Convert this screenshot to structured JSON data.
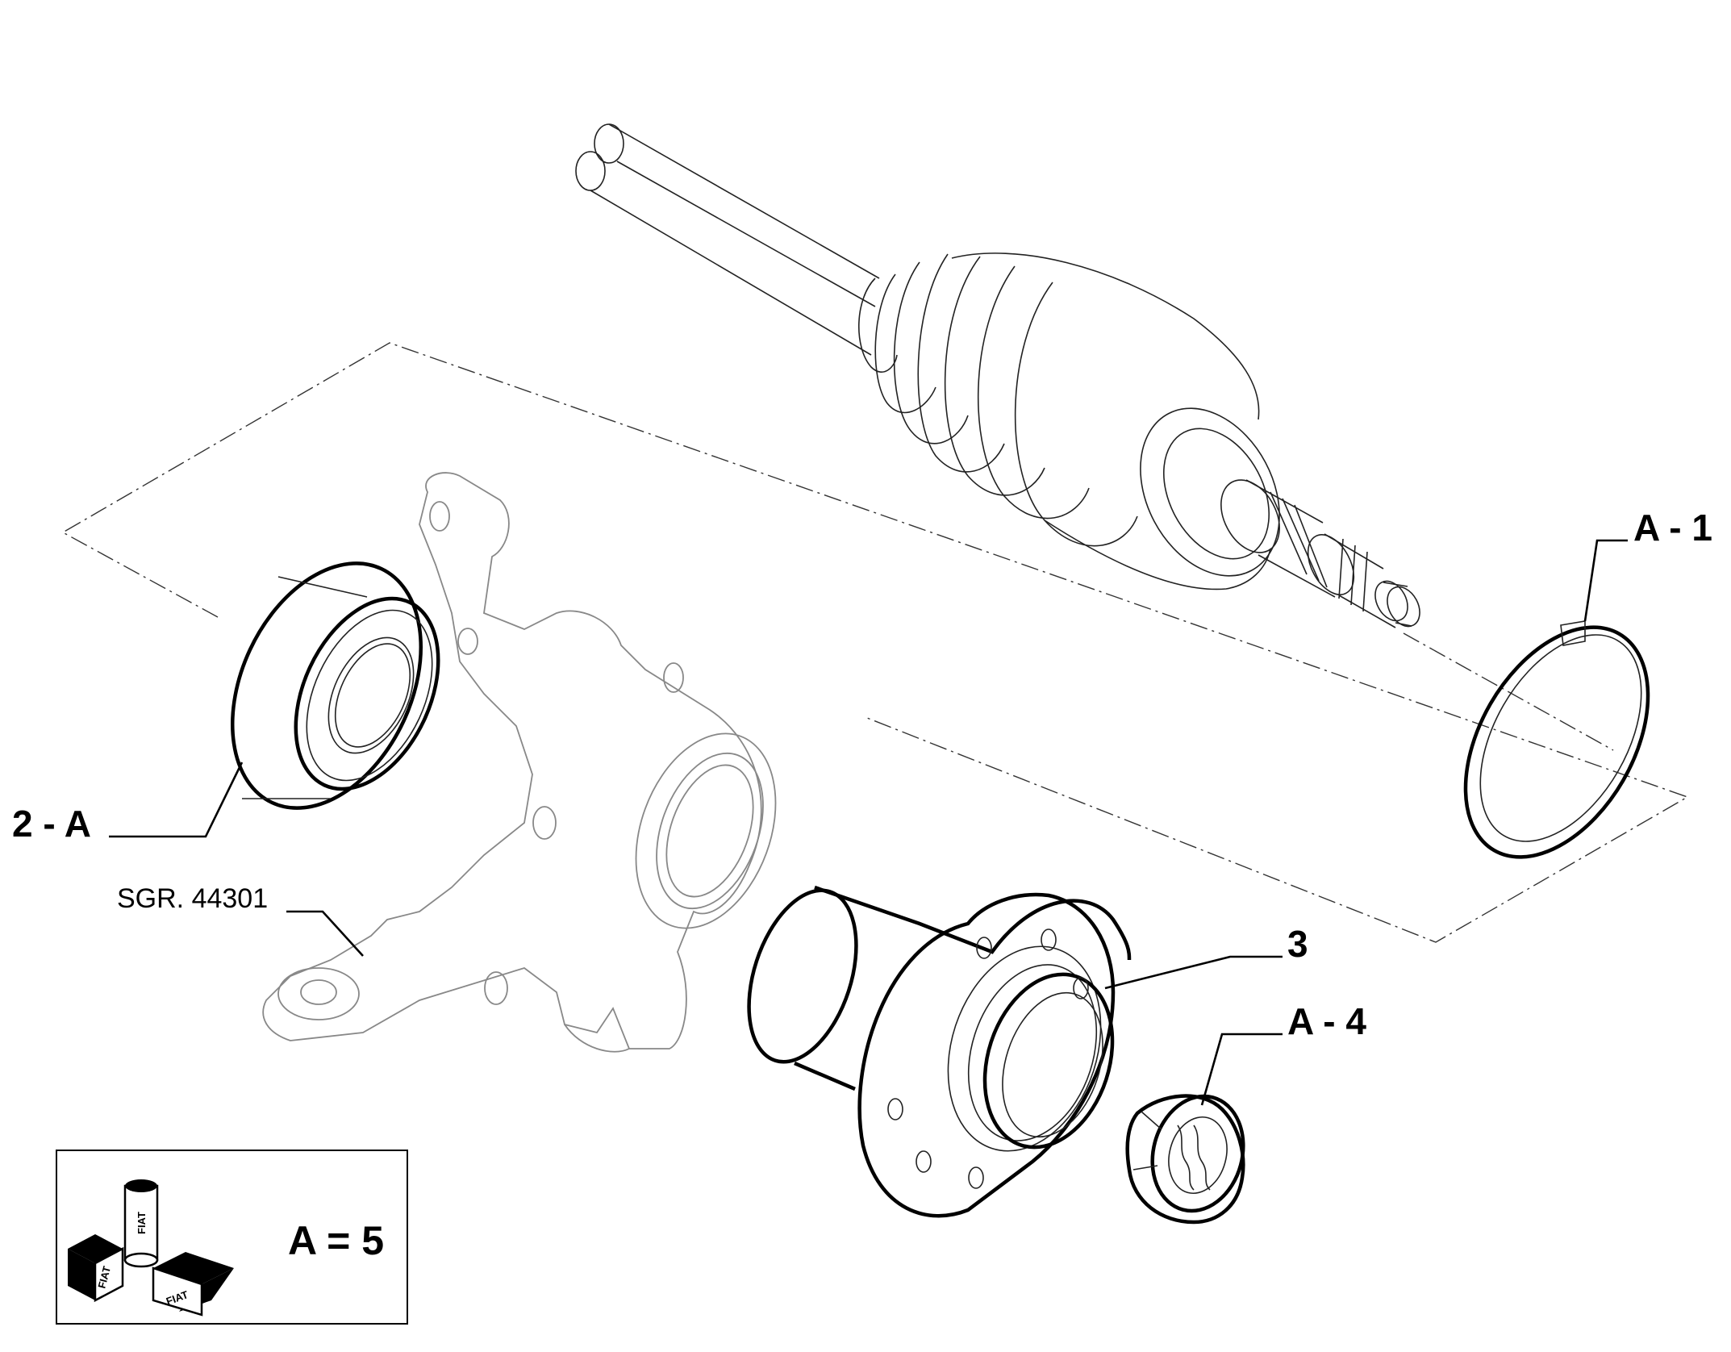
{
  "callouts": {
    "c1": "A - 1",
    "c2": "2 - A",
    "c3": "3",
    "c4": "A - 4",
    "ref": "SGR. 44301"
  },
  "legend": {
    "text": "A = 5",
    "icon": "fiat-kit-boxes-icon",
    "brand": "FIAT"
  }
}
